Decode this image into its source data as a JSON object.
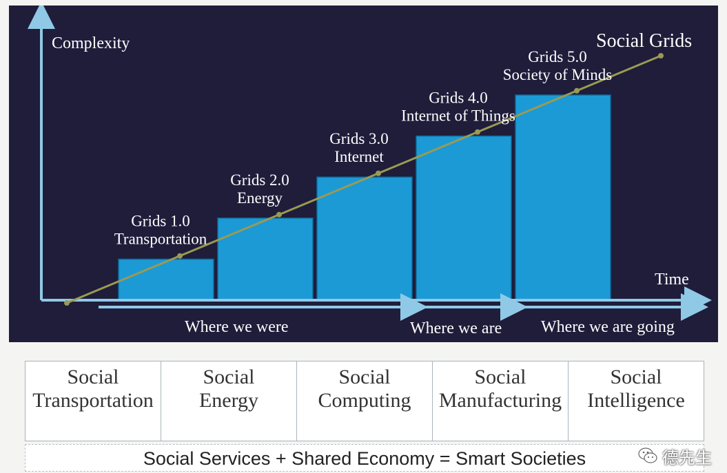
{
  "diagram": {
    "y_axis_label": "Complexity",
    "x_axis_label": "Time",
    "trend_label": "Social Grids",
    "stages": [
      {
        "name": "Grids 1.0",
        "subtitle": "Transportation",
        "level": 1
      },
      {
        "name": "Grids 2.0",
        "subtitle": "Energy",
        "level": 2
      },
      {
        "name": "Grids 3.0",
        "subtitle": "Internet",
        "level": 3
      },
      {
        "name": "Grids 4.0",
        "subtitle": "Internet of Things",
        "level": 4
      },
      {
        "name": "Grids 5.0",
        "subtitle": "Society of Minds",
        "level": 5
      }
    ],
    "phases": [
      "Where we were",
      "Where we are",
      "Where we are going"
    ]
  },
  "table": {
    "columns": [
      {
        "line1": "Social",
        "line2": "Transportation"
      },
      {
        "line1": "Social",
        "line2": "Energy"
      },
      {
        "line1": "Social",
        "line2": "Computing"
      },
      {
        "line1": "Social",
        "line2": "Manufacturing"
      },
      {
        "line1": "Social",
        "line2": "Intelligence"
      }
    ]
  },
  "footer": {
    "text": "Social Services + Shared Economy = Smart Societies"
  },
  "watermark": {
    "text": "德先生",
    "icon": "wechat-icon"
  },
  "colors": {
    "background": "#1f1d3a",
    "bar": "#1c9ad6",
    "axis": "#8fc9e6",
    "trend_line": "#9a9a52"
  }
}
